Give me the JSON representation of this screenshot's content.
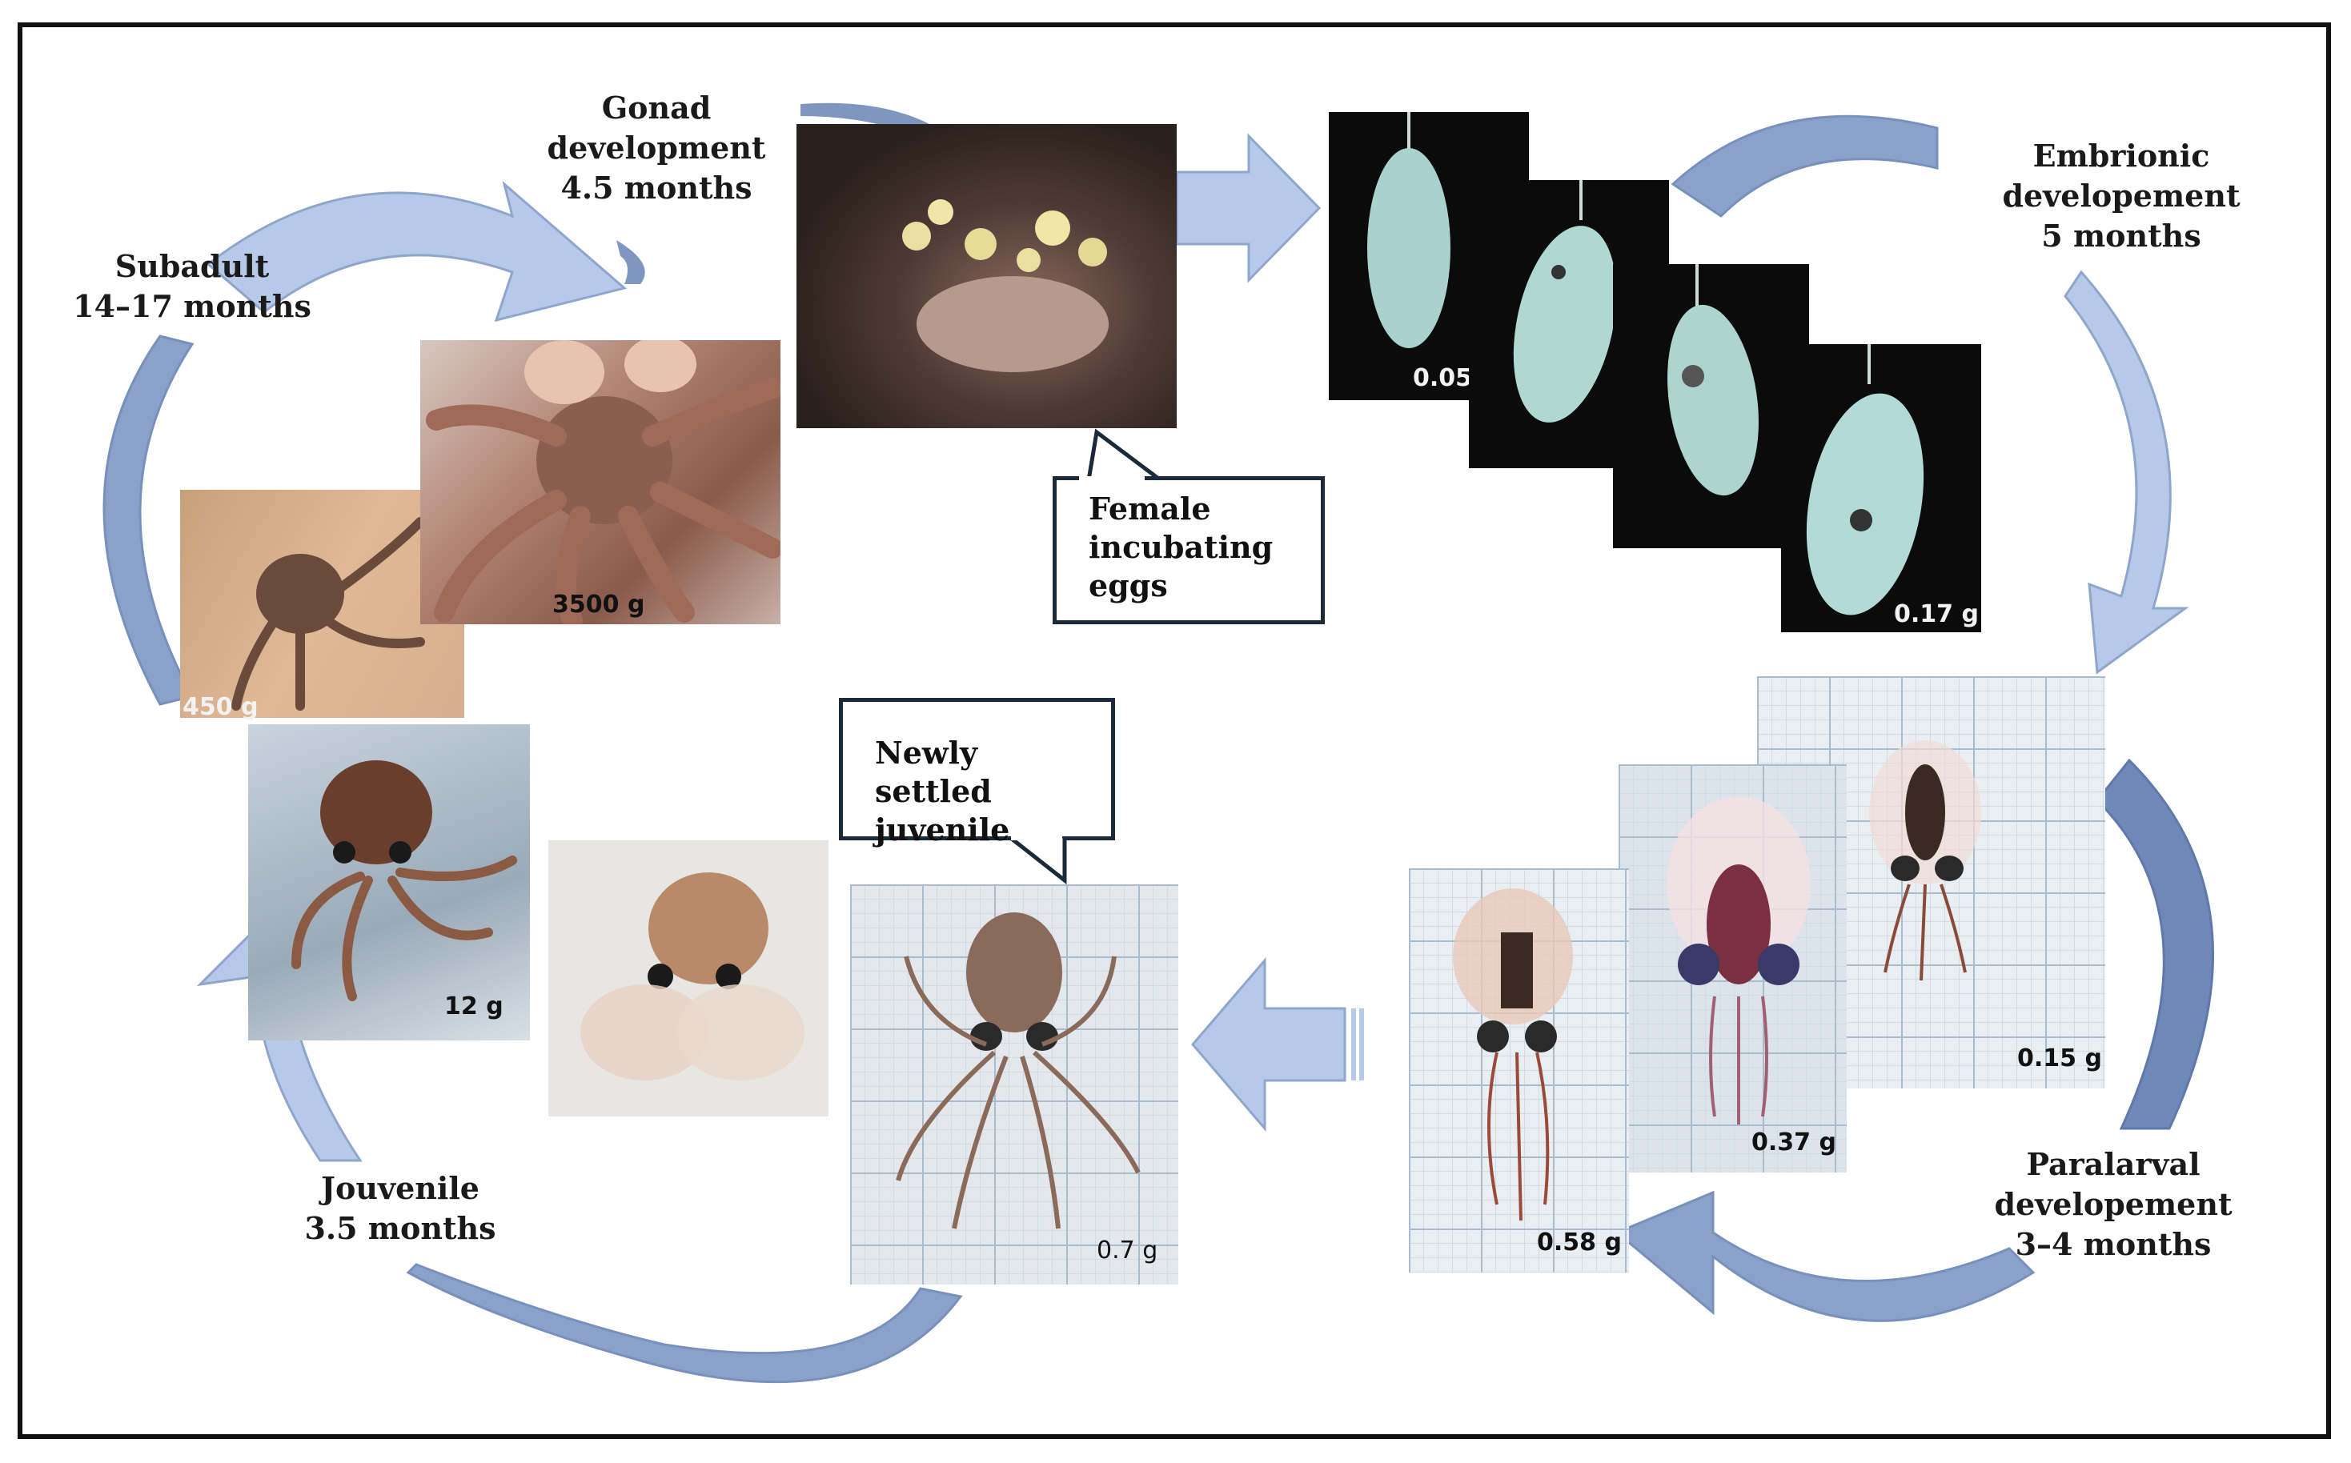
{
  "stages": {
    "gonad": [
      "Gonad",
      "development",
      "4.5 months"
    ],
    "embryonic": [
      "Embrionic",
      "developement",
      "5 months"
    ],
    "paralarval": [
      "Paralarval",
      "developement",
      "3–4 months"
    ],
    "juvenile": [
      "Jouvenile",
      "3.5 months"
    ],
    "subadult": [
      "Subadult",
      "14–17 months"
    ]
  },
  "callouts": {
    "female": [
      "Female",
      "incubating",
      "eggs"
    ],
    "settled": [
      "Newly settled",
      "juvenile"
    ]
  },
  "weights": {
    "egg_first": "0.05 g",
    "egg_last": "0.17 g",
    "paralarva_1": "0.15 g",
    "paralarva_2": "0.37 g",
    "paralarva_3": "0.58 g",
    "settled": "0.7 g",
    "juvenile": "12 g",
    "subadult_small": "450 g",
    "adult": "3500 g"
  },
  "colors": {
    "arrow_light": "#b7c9e8",
    "arrow_mid": "#8aa1c9",
    "arrow_dark": "#6e88b8",
    "border": "#111111"
  }
}
